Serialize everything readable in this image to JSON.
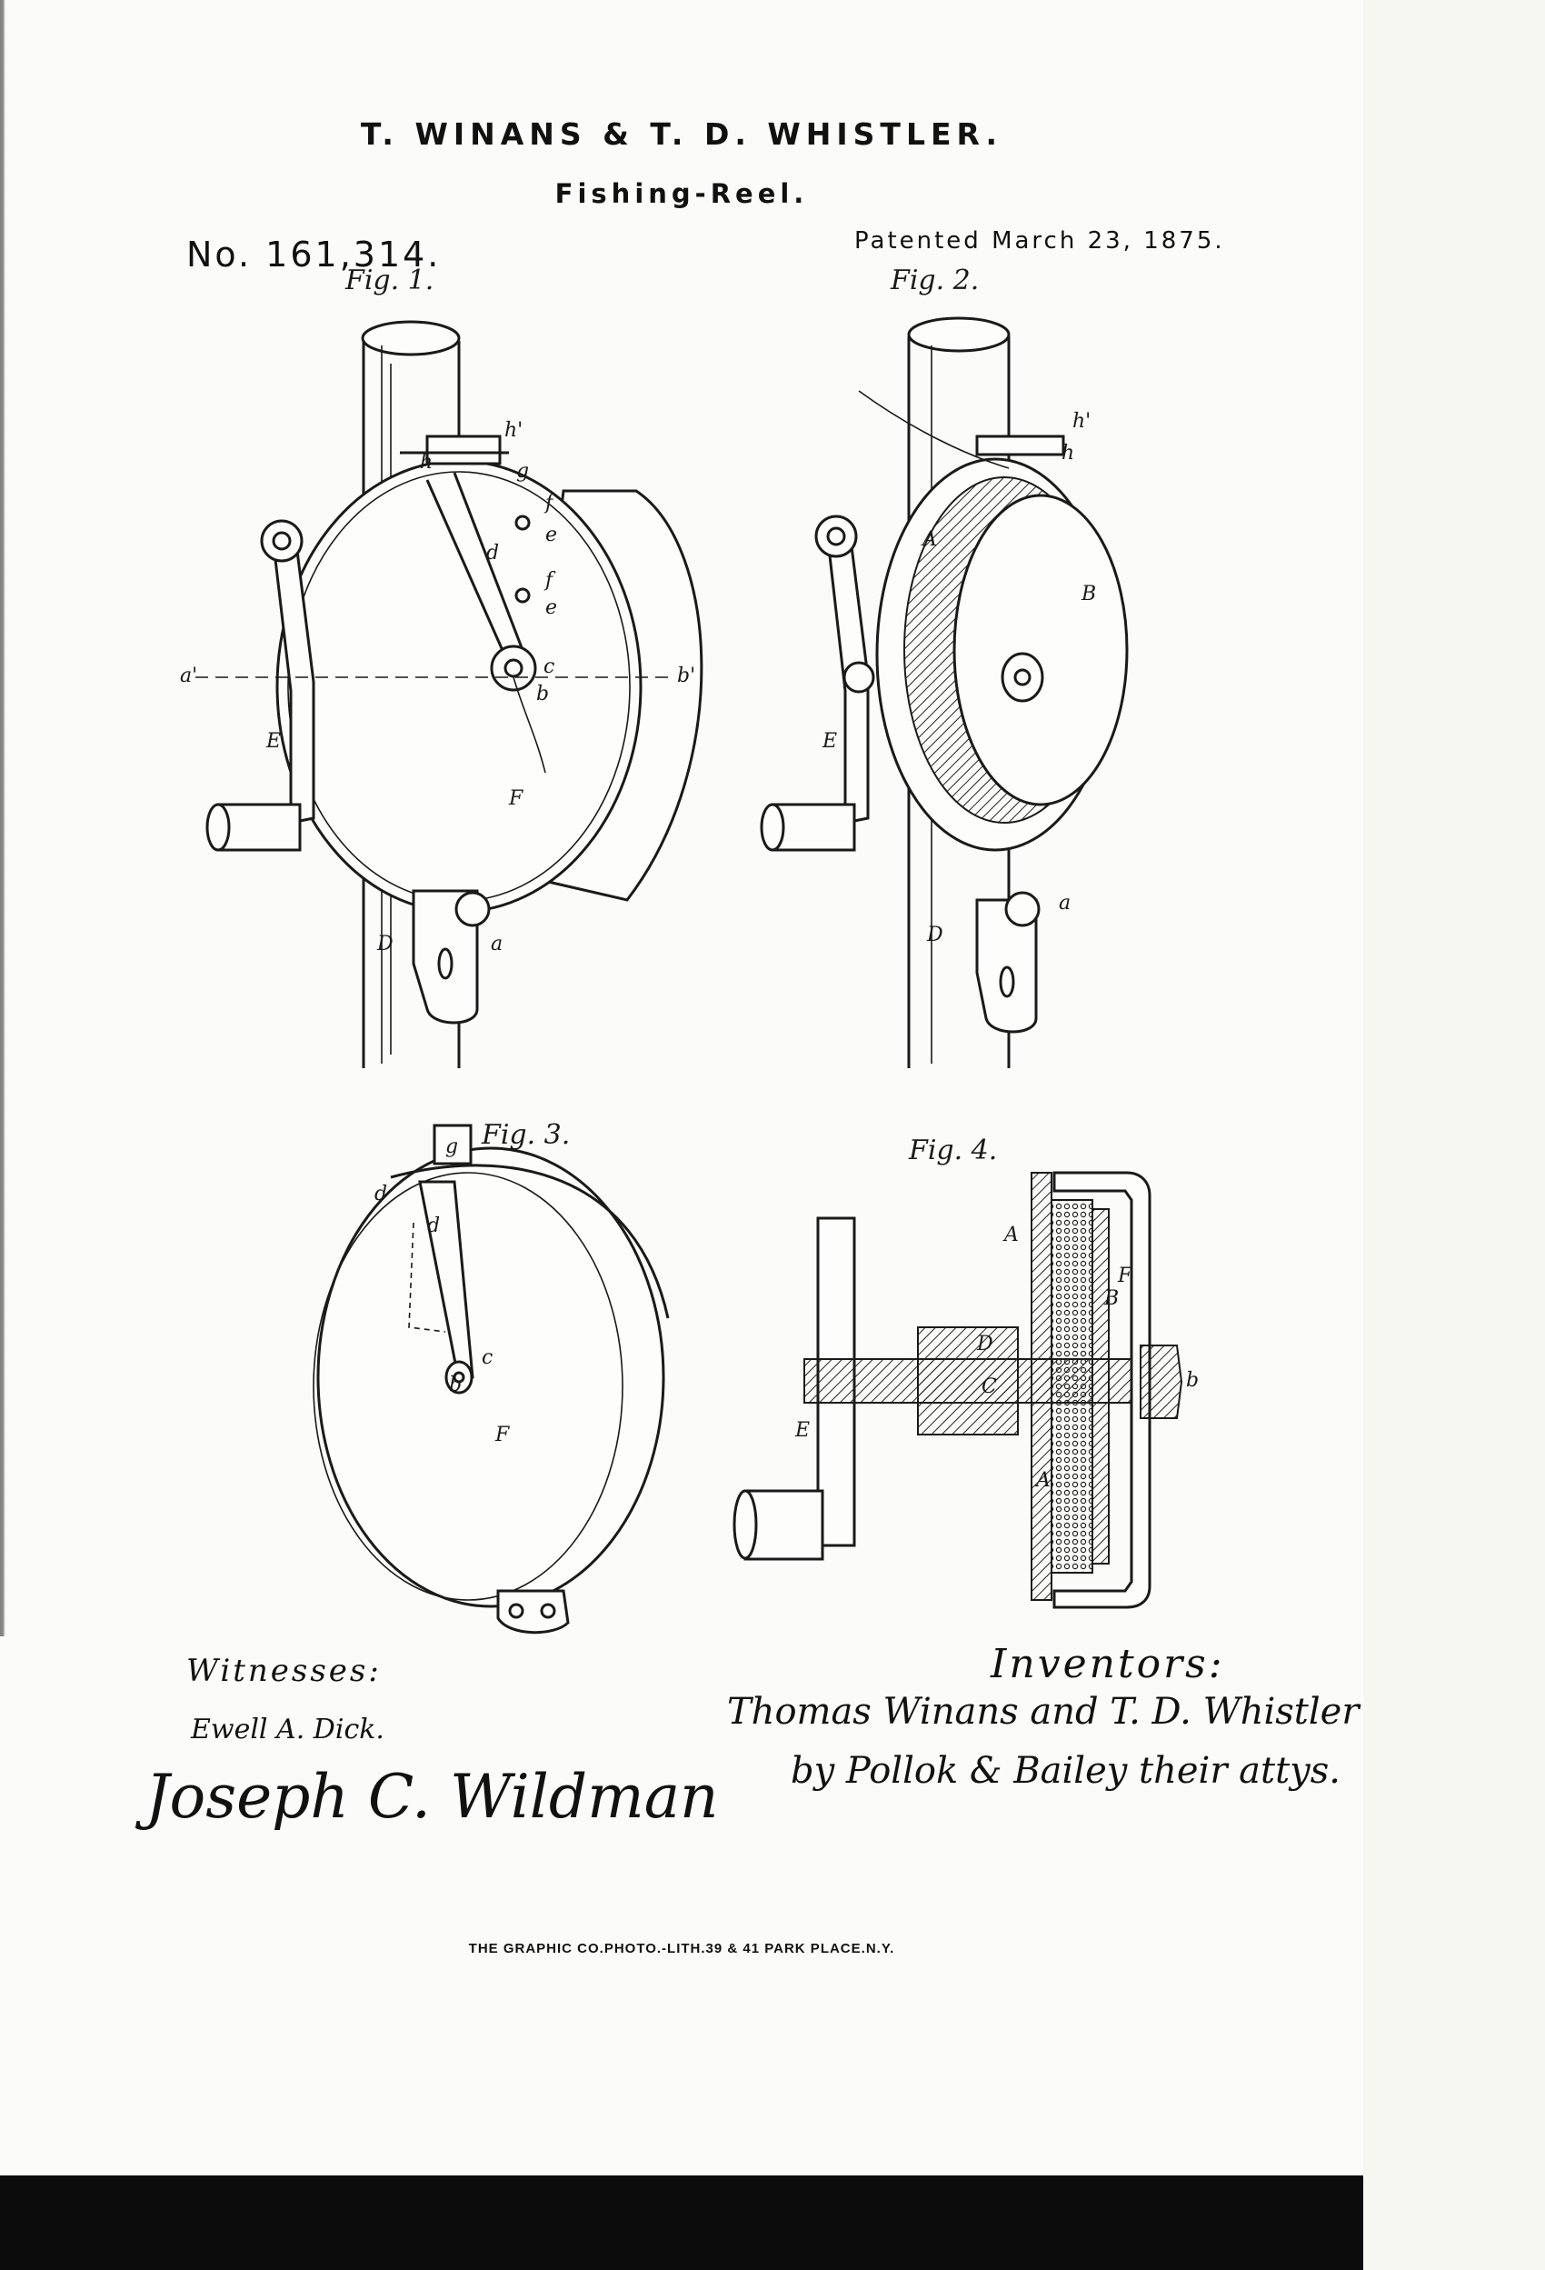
{
  "header": {
    "title": "T. WINANS & T. D. WHISTLER.",
    "subtitle": "Fishing-Reel.",
    "patent_number": "No. 161,314.",
    "patent_date": "Patented March 23, 1875."
  },
  "figures": {
    "fig1": {
      "label": "Fig. 1.",
      "parts": {
        "h_prime": "h'",
        "h": "h",
        "g": "g",
        "f": "f",
        "e": "e",
        "d": "d",
        "c": "c",
        "b": "b",
        "a_prime": "a'",
        "b_prime": "b'",
        "E": "E",
        "F": "F",
        "D": "D",
        "a": "a"
      }
    },
    "fig2": {
      "label": "Fig. 2.",
      "parts": {
        "h_prime": "h'",
        "h": "h",
        "A": "A",
        "B": "B",
        "E": "E",
        "D": "D",
        "a": "a"
      }
    },
    "fig3": {
      "label": "Fig. 3.",
      "parts": {
        "g": "g",
        "d": "d",
        "c": "c",
        "b": "b",
        "F": "F"
      }
    },
    "fig4": {
      "label": "Fig. 4.",
      "parts": {
        "A": "A",
        "F": "F",
        "B": "B",
        "D": "D",
        "C": "C",
        "E": "E",
        "b": "b"
      }
    }
  },
  "witnesses": {
    "heading": "Witnesses:",
    "signature_1": "Ewell A. Dick.",
    "signature_2": "Joseph C. Wildman"
  },
  "inventors": {
    "heading": "Inventors:",
    "line_1": "Thomas Winans and T. D. Whistler",
    "line_2": "by Pollok & Bailey their attys."
  },
  "footer": "THE GRAPHIC CO.PHOTO.-LITH.39 & 41 PARK PLACE.N.Y."
}
